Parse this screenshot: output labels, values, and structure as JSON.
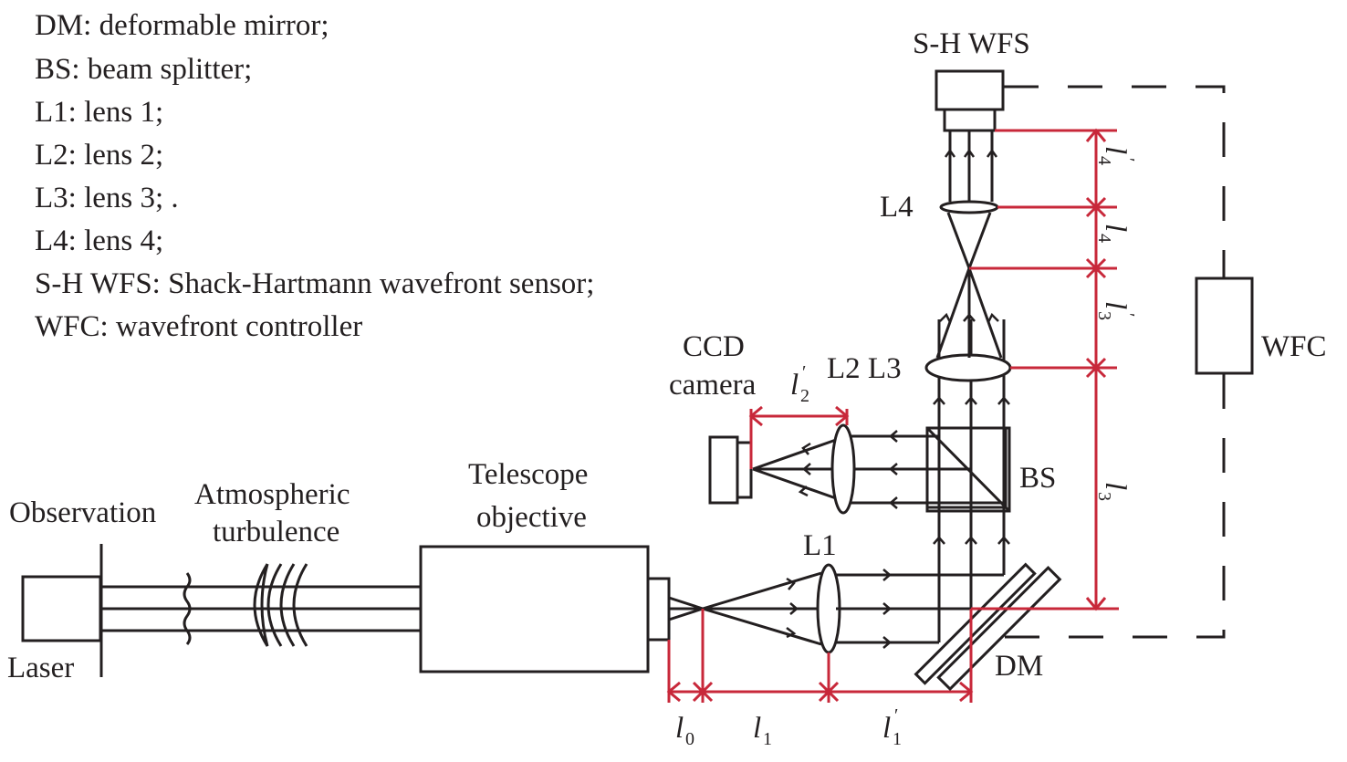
{
  "legend": [
    {
      "abbr": "DM",
      "text": "DM: deformable mirror;"
    },
    {
      "abbr": "BS",
      "text": "BS: beam splitter;"
    },
    {
      "abbr": "L1",
      "text": "L1: lens 1;"
    },
    {
      "abbr": "L2",
      "text": "L2: lens 2;"
    },
    {
      "abbr": "L3",
      "text": "L3: lens 3; ."
    },
    {
      "abbr": "L4",
      "text": "L4: lens 4;"
    },
    {
      "abbr": "S-H WFS",
      "text": "S-H WFS: Shack-Hartmann wavefront sensor;"
    },
    {
      "abbr": "WFC",
      "text": "WFC: wavefront controller"
    }
  ],
  "components": {
    "sh_wfs": "S-H WFS",
    "wfc": "WFC",
    "l4": "L4",
    "l2_l3": "L2 L3",
    "ccd_line1": "CCD",
    "ccd_line2": "camera",
    "bs": "BS",
    "l1": "L1",
    "dm": "DM",
    "telescope_line1": "Telescope",
    "telescope_line2": "objective",
    "atmos_line1": "Atmospheric",
    "atmos_line2": "turbulence",
    "observation": "Observation",
    "laser": "Laser"
  },
  "distances": {
    "l0": {
      "base": "l",
      "sub": "0",
      "prime": ""
    },
    "l1": {
      "base": "l",
      "sub": "1",
      "prime": ""
    },
    "l1p": {
      "base": "l",
      "sub": "1",
      "prime": "′"
    },
    "l2p": {
      "base": "l",
      "sub": "2",
      "prime": "′"
    },
    "l3": {
      "base": "l",
      "sub": "3",
      "prime": ""
    },
    "l3p": {
      "base": "l",
      "sub": "3",
      "prime": "′"
    },
    "l4": {
      "base": "l",
      "sub": "4",
      "prime": ""
    },
    "l4p": {
      "base": "l",
      "sub": "4",
      "prime": "′"
    }
  },
  "colors": {
    "line": "#231f20",
    "dimension": "#c8283a"
  }
}
